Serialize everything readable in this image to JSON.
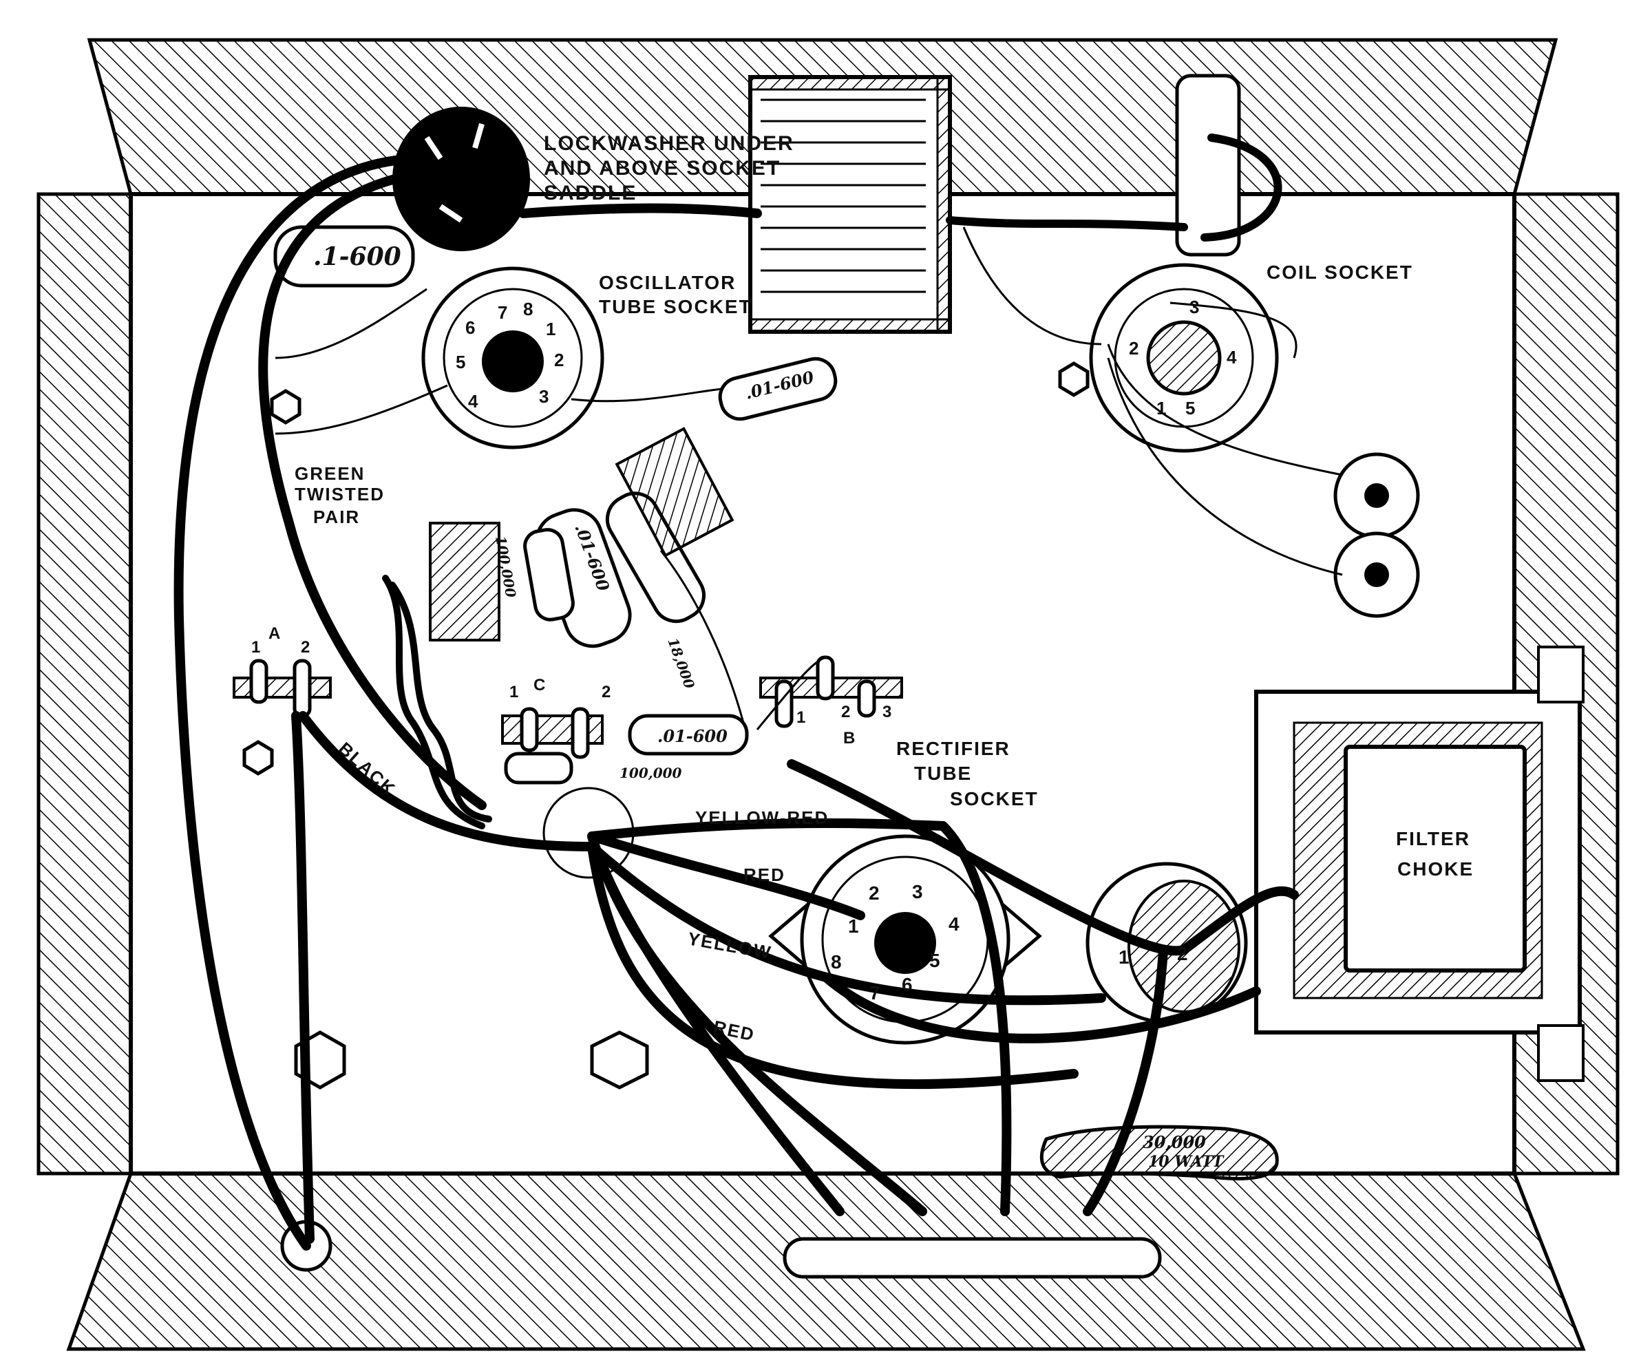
{
  "colors": {
    "ink": "#000000",
    "paper": "#ffffff"
  },
  "labels": {
    "lockwasher": [
      "LOCKWASHER UNDER",
      "AND ABOVE SOCKET",
      "SADDLE"
    ],
    "oscillator": [
      "OSCILLATOR",
      "TUBE SOCKET"
    ],
    "coil_socket": "COIL SOCKET",
    "green_twisted": [
      "GREEN",
      "TWISTED",
      "PAIR"
    ],
    "rectifier": [
      "RECTIFIER",
      "TUBE",
      "SOCKET"
    ],
    "filter_choke": [
      "FILTER",
      "CHOKE"
    ],
    "black": "BLACK",
    "yellow": "YELLOW",
    "red_upper": "RED",
    "red_lower": "RED",
    "yellow_red": "YELLOW-RED",
    "strip_a": {
      "name": "A",
      "t1": "1",
      "t2": "2"
    },
    "strip_b": {
      "name": "B",
      "t1": "1",
      "t2": "2",
      "t3": "3"
    },
    "strip_c": {
      "name": "C",
      "t1": "1",
      "t2": "2"
    },
    "pow_resistor": [
      "30,000",
      "10 WATT"
    ]
  },
  "components": {
    "cap_top": ".1-600",
    "cap_mid": ".01-600",
    "cap_vertical": ".01-600",
    "cap_bottom": ".01-600",
    "res_vert": "100,000",
    "res_bottom": "100,000",
    "res_18k": "18,000"
  },
  "osc_pins": [
    "1",
    "2",
    "3",
    "4",
    "5",
    "6",
    "7",
    "8"
  ],
  "coil_pins": [
    "1",
    "2",
    "3",
    "4",
    "5"
  ],
  "rect_pins": [
    "1",
    "2",
    "3",
    "4",
    "5",
    "6",
    "7",
    "8"
  ],
  "choke_pins": [
    "1",
    "2"
  ]
}
